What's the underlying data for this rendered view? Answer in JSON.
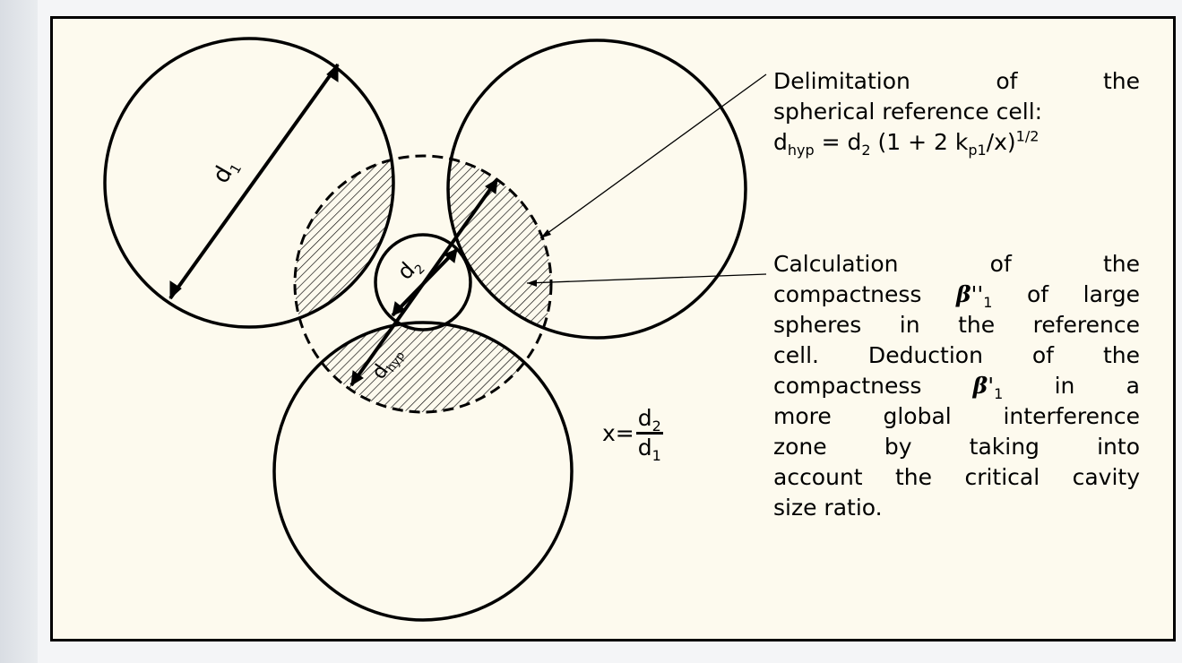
{
  "diagram": {
    "labels": {
      "d1": "d",
      "d1_sub": "1",
      "d2": "d",
      "d2_sub": "2",
      "dhyp": "d",
      "dhyp_sub": "hyp"
    },
    "annotation_delimitation": {
      "line1": "Delimitation of the",
      "line2": "spherical reference cell:",
      "formula_d": "d",
      "formula_hyp": "hyp",
      "formula_eq": " = d",
      "formula_2": "2",
      "formula_rest1": " (1 + 2 k",
      "formula_p1": "p1",
      "formula_rest2": "/x)",
      "formula_exp": "1/2"
    },
    "annotation_calculation": {
      "line1": "Calculation of the",
      "line2a": "compactness ",
      "beta_symbol": "β",
      "line2b": "''",
      "line2_sub": "1",
      "line2c": " of large",
      "line3": "spheres in the reference",
      "line4": "cell. Deduction of the",
      "line5a": "compactness ",
      "line5b": "'",
      "line5_sub": "1",
      "line5c": " in a",
      "line6": "more global interference",
      "line7": "zone by taking into",
      "line8": "account the critical cavity",
      "line9": "size ratio."
    },
    "ratio": {
      "prefix": "x=",
      "numerator": "d",
      "numerator_sub": "2",
      "denominator": "d",
      "denominator_sub": "1"
    }
  }
}
